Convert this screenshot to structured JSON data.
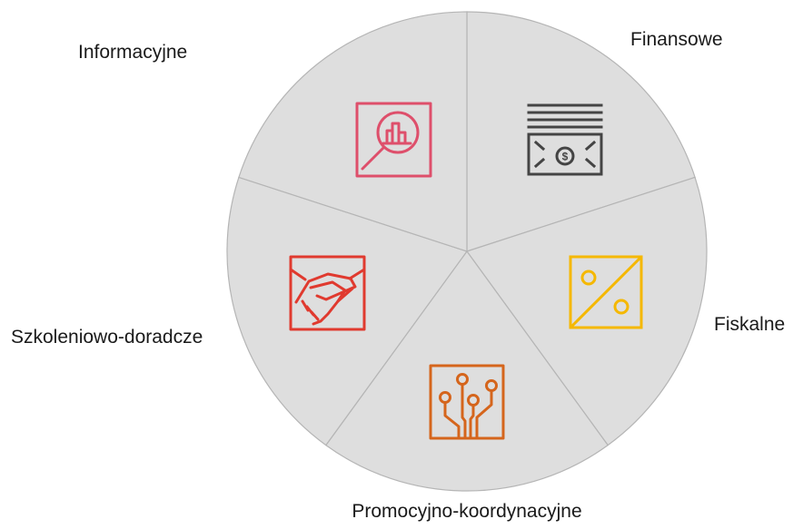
{
  "diagram": {
    "segments": [
      {
        "label": "Finansowe",
        "icon": "money-bill-icon",
        "color": "#444444"
      },
      {
        "label": "Fiskalne",
        "icon": "percent-icon",
        "color": "#f5b800"
      },
      {
        "label": "Promocyjno-koordynacyjne",
        "icon": "circuit-icon",
        "color": "#d5651c"
      },
      {
        "label": "Szkoleniowo-doradcze",
        "icon": "handshake-icon",
        "color": "#e03a2f"
      },
      {
        "label": "Informacyjne",
        "icon": "magnifier-chart-icon",
        "color": "#de4f6b"
      }
    ],
    "slice_color": "#dedede",
    "divider_color": "#b5b5b5"
  }
}
